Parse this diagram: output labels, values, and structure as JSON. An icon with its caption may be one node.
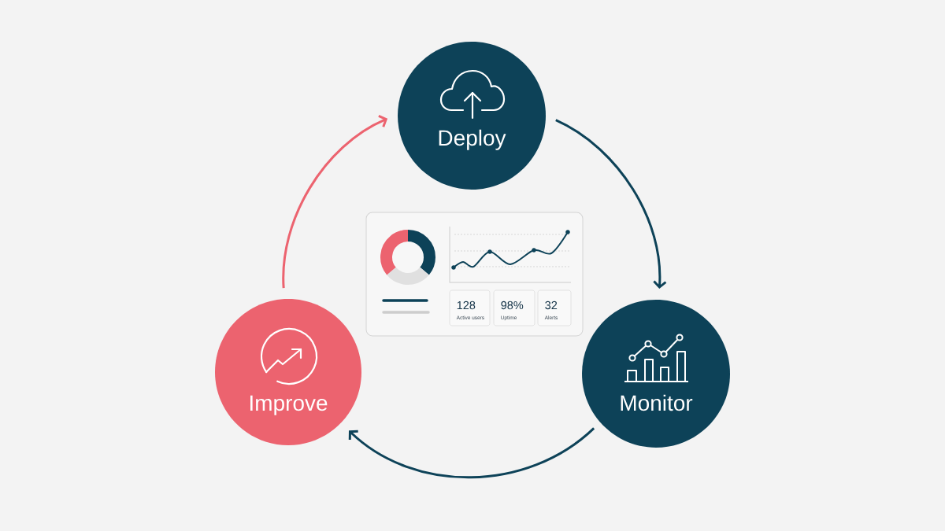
{
  "diagram": {
    "nodes": [
      {
        "text": [
          "Deploy"
        ]
      },
      {
        "text": [],
        "shape": "box"
      },
      {
        "text": [
          "128",
          "Active users"
        ],
        "in": 1
      },
      {
        "text": [
          "98%",
          "Uptime"
        ],
        "in": 1
      },
      {
        "text": [
          "32",
          "Alerts"
        ],
        "in": 1
      },
      {
        "text": [
          "Improve"
        ]
      },
      {
        "text": [
          "Monitor"
        ]
      }
    ],
    "edges": [
      {
        "from": 0,
        "to": 6,
        "arrow": "to"
      },
      {
        "from": 6,
        "to": 5,
        "arrow": "to"
      },
      {
        "from": 5,
        "to": 0,
        "arrow": "to",
        "color": "#ec636f"
      }
    ]
  }
}
